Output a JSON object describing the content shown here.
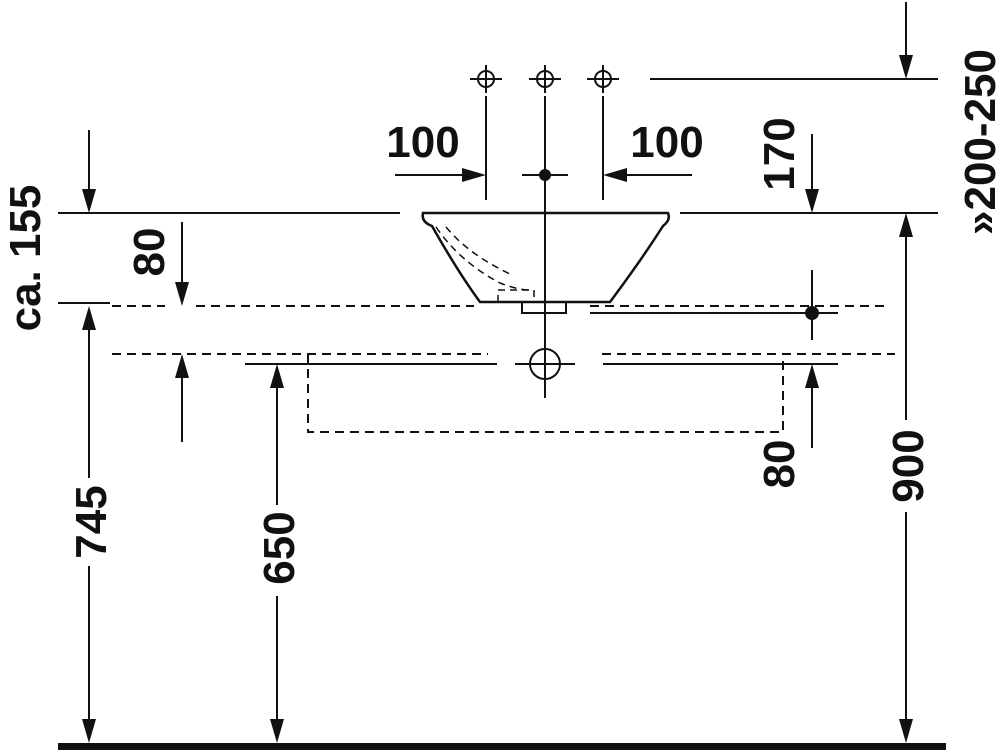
{
  "dimensions": {
    "spacing_left": "100",
    "spacing_right": "100",
    "top_right_vertical": "170",
    "far_right_range": "»200-250",
    "left_top_height": "ca. 155",
    "bowl_depth": "80",
    "counter_height": "745",
    "trap_height": "650",
    "cabinet_drop": "80",
    "tap_height": "900"
  },
  "colors": {
    "line": "#111111",
    "background": "#ffffff"
  }
}
